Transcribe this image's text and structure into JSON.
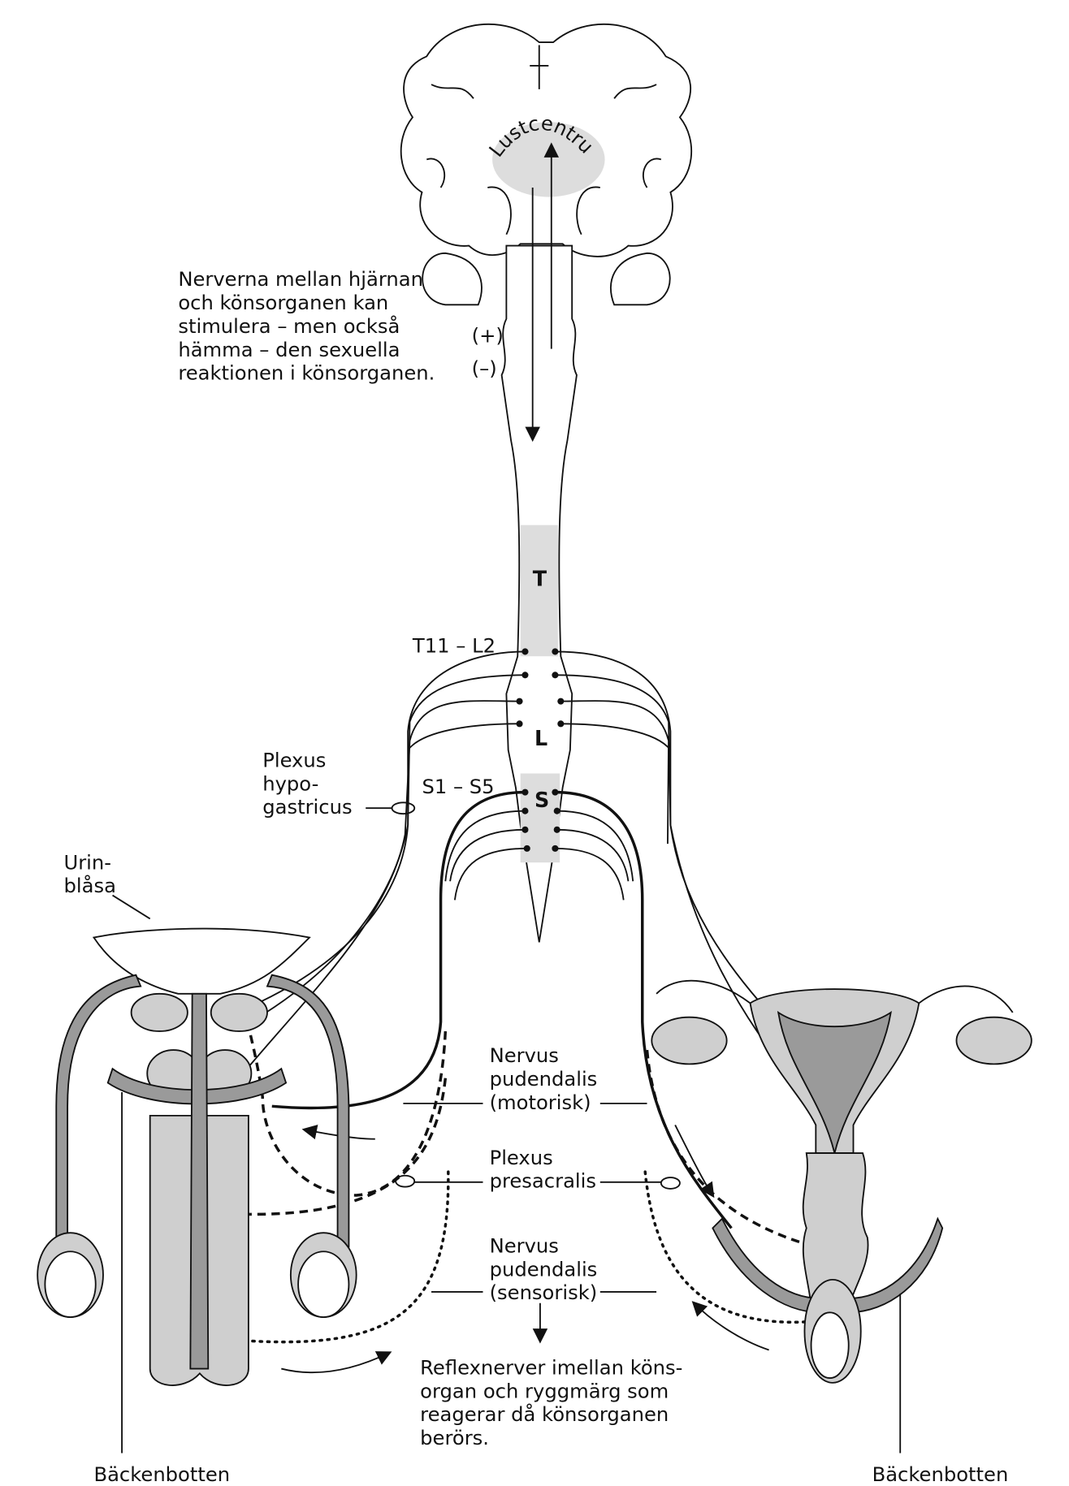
{
  "brain": {
    "center_label": "Lustcentrum"
  },
  "description": {
    "lines": [
      "Nerverna mellan hjärnan",
      "och könsorganen kan",
      "stimulera – men också",
      "hämma – den sexuella",
      "reaktionen i könsorganen."
    ],
    "plus": "(+)",
    "minus": "(–)"
  },
  "spinal_cord": {
    "segment_T": "T",
    "segment_L": "L",
    "segment_S": "S",
    "range_thoracolumbar": "T11 – L2",
    "range_sacral": "S1 – S5"
  },
  "labels": {
    "plexus_hypogastricus": [
      "Plexus",
      "hypo-",
      "gastricus"
    ],
    "urinblasa": [
      "Urin-",
      "blåsa"
    ],
    "nervus_pudendalis_motorisk": [
      "Nervus",
      "pudendalis",
      "(motorisk)"
    ],
    "plexus_presacralis": [
      "Plexus",
      "presacralis"
    ],
    "nervus_pudendalis_sensorisk": [
      "Nervus",
      "pudendalis",
      "(sensorisk)"
    ],
    "reflex": [
      "Reflexnerver imellan köns-",
      "organ och ryggmärg som",
      "reagerar då könsorganen",
      "berörs."
    ],
    "backenbotten_left": "Bäckenbotten",
    "backenbotten_right": "Bäckenbotten"
  }
}
